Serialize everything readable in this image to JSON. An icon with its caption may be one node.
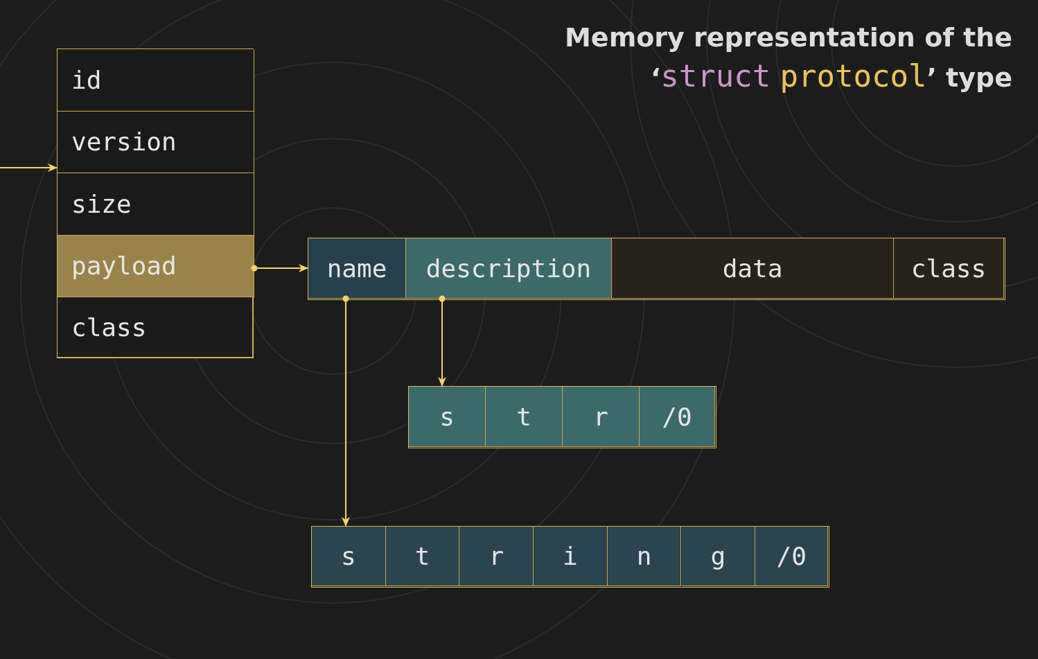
{
  "diagram": {
    "title": "Memory representation of the ‘struct protocol’ type",
    "nodes": [
      {
        "text": [],
        "shape": "box"
      },
      {
        "text": [
          "id"
        ],
        "in": 0
      },
      {
        "text": [
          "version"
        ],
        "in": 0
      },
      {
        "text": [
          "size"
        ],
        "in": 0
      },
      {
        "text": [
          "payload"
        ],
        "in": 0
      },
      {
        "text": [
          "class"
        ],
        "in": 0
      },
      {
        "text": [],
        "shape": "box"
      },
      {
        "text": [
          "name"
        ],
        "in": 6
      },
      {
        "text": [
          "description"
        ],
        "in": 6
      },
      {
        "text": [
          "data"
        ],
        "in": 6
      },
      {
        "text": [
          "class"
        ],
        "in": 6
      },
      {
        "text": [],
        "shape": "box"
      },
      {
        "text": [
          "s"
        ],
        "in": 11
      },
      {
        "text": [
          "t"
        ],
        "in": 11
      },
      {
        "text": [
          "r"
        ],
        "in": 11
      },
      {
        "text": [
          "/0"
        ],
        "in": 11
      },
      {
        "text": [],
        "shape": "box"
      },
      {
        "text": [
          "s"
        ],
        "in": 16
      },
      {
        "text": [
          "t"
        ],
        "in": 16
      },
      {
        "text": [
          "r"
        ],
        "in": 16
      },
      {
        "text": [
          "i"
        ],
        "in": 16
      },
      {
        "text": [
          "n"
        ],
        "in": 16
      },
      {
        "text": [
          "g"
        ],
        "in": 16
      },
      {
        "text": [
          "/0"
        ],
        "in": 16
      }
    ],
    "edges": [
      {
        "from": null,
        "to": 0,
        "arrow": "to"
      },
      {
        "from": 4,
        "to": 6,
        "arrow": "to"
      },
      {
        "from": 7,
        "to": 16,
        "arrow": "to"
      },
      {
        "from": 8,
        "to": 11,
        "arrow": "to"
      }
    ]
  }
}
